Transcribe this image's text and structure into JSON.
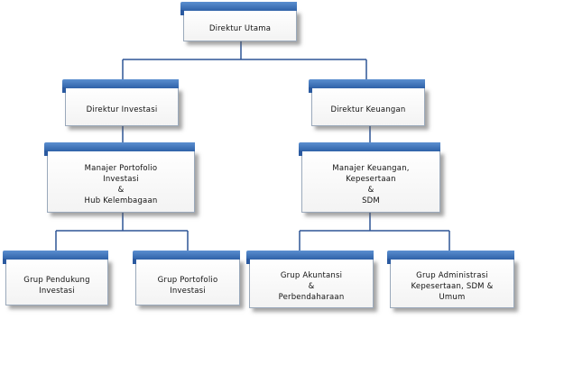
{
  "org_chart": {
    "root": {
      "lines": [
        "Direktur Utama"
      ]
    },
    "investasi": {
      "director": {
        "lines": [
          "Direktur Investasi"
        ]
      },
      "manager": {
        "lines": [
          "Manajer Portofolio",
          "Investasi",
          "&",
          "Hub Kelembagaan"
        ]
      },
      "groups": [
        {
          "lines": [
            "Grup Pendukung",
            "Investasi"
          ]
        },
        {
          "lines": [
            "Grup Portofolio",
            "Investasi"
          ]
        }
      ]
    },
    "keuangan": {
      "director": {
        "lines": [
          "Direktur Keuangan"
        ]
      },
      "manager": {
        "lines": [
          "Manajer Keuangan,",
          "Kepesertaan",
          "&",
          "SDM"
        ]
      },
      "groups": [
        {
          "lines": [
            "Grup Akuntansi",
            "&",
            "Perbendaharaan"
          ]
        },
        {
          "lines": [
            "Grup Administrasi",
            "Kepesertaan, SDM &",
            "Umum"
          ]
        }
      ]
    }
  },
  "colors": {
    "box_header": "#3a6fb8",
    "connector": "#2e5596"
  }
}
